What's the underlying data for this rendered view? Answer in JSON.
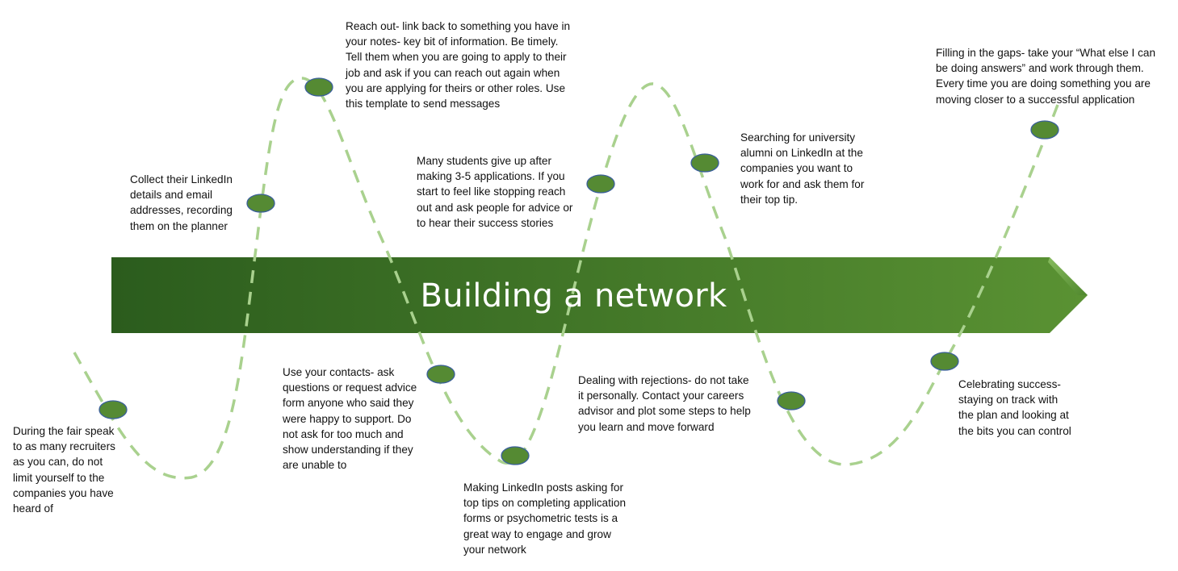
{
  "title": "Building a network",
  "colors": {
    "arrow_dark": "#2b5c1d",
    "arrow_light": "#5a9233",
    "dashed_line": "#a9d18e",
    "marker_fill": "#558a33",
    "marker_stroke": "#3a5f9a"
  },
  "notes": [
    {
      "id": "fair",
      "text": "During the fair speak\nto as many recruiters\nas you can, do not\nlimit yourself to the\ncompanies you have\nheard of"
    },
    {
      "id": "collect",
      "text": "Collect their LinkedIn\ndetails and email\naddresses, recording\nthem on the planner"
    },
    {
      "id": "use-contacts",
      "text": "Use your contacts- ask\nquestions or request advice\nform anyone who said they\nwere happy to support. Do\nnot ask for too much and\nshow understanding if they\nare unable to"
    },
    {
      "id": "reach-out",
      "text": "Reach out- link back to something you have in\nyour notes- key bit of information. Be timely.\nTell them when you are going to apply to their\njob and ask if you can reach out again when\nyou are applying for theirs or other roles. Use\nthis template to send messages"
    },
    {
      "id": "posts",
      "text": "Making LinkedIn posts asking for\ntop tips on completing application\nforms or psychometric tests is a\ngreat way to engage and grow\nyour network"
    },
    {
      "id": "give-up",
      "text": "Many students give up after\nmaking 3-5 applications. If you\nstart to feel like stopping reach\nout and ask people for advice or\nto hear their success stories"
    },
    {
      "id": "rejections",
      "text": "Dealing with rejections- do not take\nit personally. Contact your careers\nadvisor and plot some steps to help\nyou learn and move forward"
    },
    {
      "id": "alumni",
      "text": "Searching for university\nalumni on LinkedIn at the\ncompanies you want to\nwork for and ask them for\ntheir top tip."
    },
    {
      "id": "celebrating",
      "text": "Celebrating success-\nstaying on track with\nthe plan and looking at\nthe bits you can control"
    },
    {
      "id": "gaps",
      "text": "Filling in the gaps- take your “What else I can\nbe doing answers” and work through them.\nEvery time you are doing something you are\nmoving closer to a successful application"
    }
  ]
}
